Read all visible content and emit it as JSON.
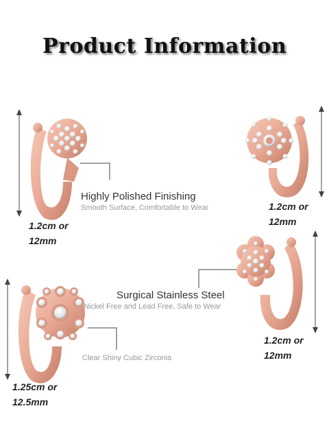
{
  "title": "Product Information",
  "features": [
    {
      "main": "Highly Polished Finishing",
      "sub": "Smooth Surface,  Comfortable to Wear"
    },
    {
      "main": "Surgical Stainless Steel",
      "sub": "Nickel Free and Lead Free, Safe to Wear"
    },
    {
      "main": "",
      "sub": "Clear Shiny Cubic Zirconia"
    }
  ],
  "sizes": {
    "top_left": [
      "1.2cm or",
      "12mm"
    ],
    "top_right": [
      "1.2cm or",
      "12mm"
    ],
    "mid_right": [
      "1.2cm or",
      "12mm"
    ],
    "bottom_left": [
      "1.25cm or",
      "12.5mm"
    ]
  },
  "colors": {
    "metal": "#e8a994",
    "metal_dark": "#c9826b",
    "gem": "#f4f4f4"
  }
}
